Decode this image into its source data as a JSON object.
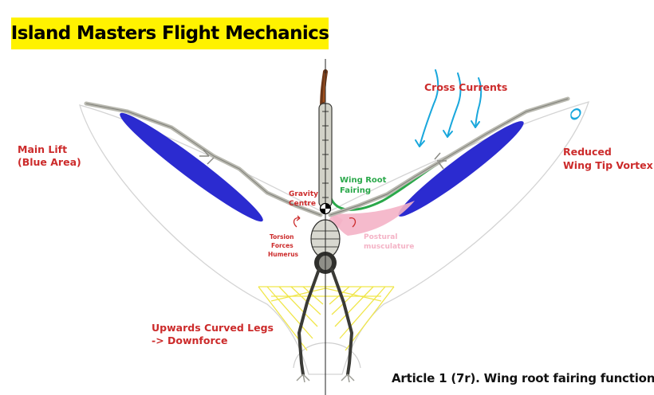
{
  "title": "Island Masters Flight Mechanics",
  "labels": {
    "main_lift_1": "Main Lift",
    "main_lift_2": "(Blue Area)",
    "cross_currents": "Cross Currents",
    "reduced_1": "Reduced",
    "reduced_2": "Wing Tip Vortex",
    "wing_root_1": "Wing Root",
    "wing_root_2": "Fairing",
    "gravity_1": "Gravity",
    "gravity_2": "Centre",
    "torsion_1": "Torsion",
    "torsion_2": "Forces",
    "torsion_3": "Humerus",
    "postural_1": "Postural",
    "postural_2": "musculature",
    "legs_1": "Upwards Curved Legs",
    "legs_2": "-> Downforce"
  },
  "caption": "Article 1 (7r). Wing root fairing function",
  "colors": {
    "title_bg": "#fff200",
    "label_red": "#cc2b2b",
    "lift_blue": "#2b2bd0",
    "fairing_green": "#2aa84a",
    "postural_pink": "#f4b3c6",
    "current_cyan": "#19a7dc",
    "leg_yellow": "#f0e64a"
  }
}
